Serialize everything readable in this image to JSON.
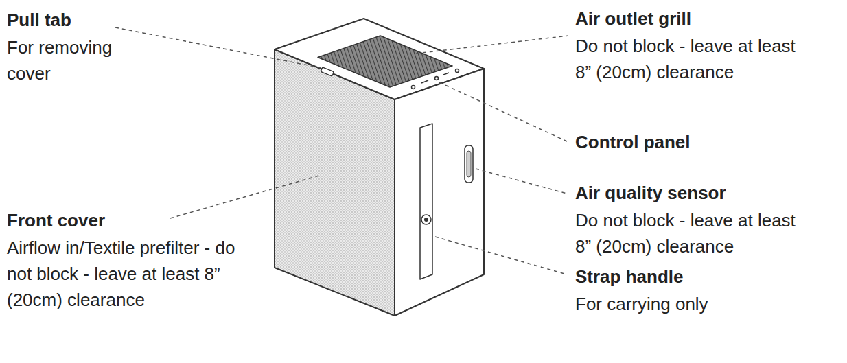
{
  "diagram": {
    "labels": [
      "Pull tab",
      "For removing cover",
      "Air outlet grill",
      "Do not block - leave at least 8” (20cm) clearance",
      "Control panel",
      "Air quality sensor",
      "Do not block - leave at least 8” (20cm) clearance",
      "Front cover",
      "Airflow in/Textile prefilter - do not block - leave at least 8” (20cm) clearance",
      "Strap handle",
      "For carrying only"
    ]
  }
}
